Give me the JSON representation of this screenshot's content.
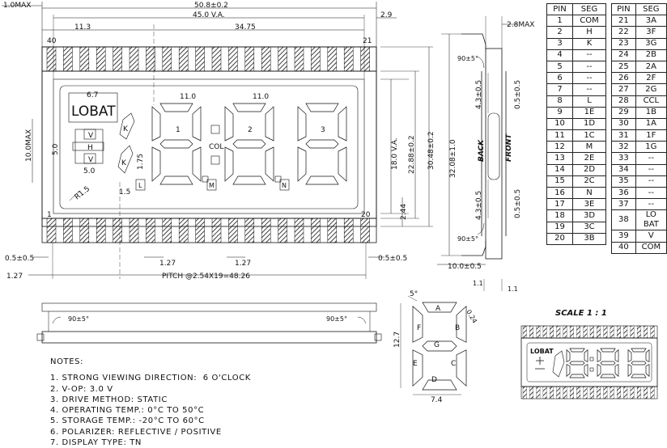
{
  "main_lcd": {
    "dims": {
      "overall_height": "1.0MAX",
      "overall_width": "50.8±0.2",
      "viewing_area_width": "45.0 V.A.",
      "right_margin": "2.9",
      "left_offset": "11.3",
      "digit_span": "34.75",
      "lobat_width": "6.7",
      "digit_width_1": "11.0",
      "digit_width_2": "11.0",
      "pin_to_body_height": "10.0MAX",
      "arrow_box": "5.0",
      "arrow_box_bottom": "5.0",
      "seg_1_75": "1.75",
      "seg_1_5": "1.5",
      "radius": "R1.5",
      "va_height": "18.0 V.A.",
      "glass_height": "22.88±0.2",
      "body_height": "30.48±0.2",
      "bottom_gap": "2.44",
      "left_pin_tol": "0.5±0.5",
      "right_pin_tol": "0.5±0.5",
      "pin_width_l": "1.27",
      "pin_width_r": "1.27",
      "first_pin_offset": "1.27",
      "pitch": "PITCH @2.54X19=48.26"
    },
    "pin_labels": {
      "tl": "40",
      "tr": "21",
      "bl": "1",
      "br": "20"
    },
    "segments": {
      "lobat": "LOBAT",
      "col": "COL",
      "digit_nums": [
        "1",
        "2",
        "3"
      ],
      "k_top": "K",
      "k_bottom": "K",
      "v_top": "V",
      "h": "H",
      "v_bottom": "V",
      "l": "L",
      "m": "M",
      "n": "N"
    }
  },
  "side_view": {
    "top_dim": "2.8MAX",
    "angle_top": "90±5°",
    "angle_bottom": "90±5°",
    "tol_back_top": "4.3±0.5",
    "tol_back_bottom": "4.3±0.5",
    "tol_front_top": "0.5±0.5",
    "tol_front_bottom": "0.5±0.5",
    "height_total": "32.08±1.0",
    "back_label": "BACK",
    "front_label": "FRONT",
    "foot_width": "10.0±0.5",
    "dim_1_1": "1.1",
    "dim_1_1b": "1.1"
  },
  "bottom_view": {
    "angle_left": "90±5°",
    "angle_right": "90±5°"
  },
  "segment_detail": {
    "angle": "5°",
    "height": "12.7",
    "width": "7.4",
    "thickness": "0.24",
    "labels": [
      "A",
      "B",
      "C",
      "D",
      "E",
      "F",
      "G"
    ]
  },
  "scale_view": {
    "title": "SCALE 1 : 1",
    "lobat": "LOBAT"
  },
  "notes": {
    "heading": "NOTES:",
    "items": [
      "1. STRONG VIEWING DIRECTION:  6 O'CLOCK",
      "2. V-OP: 3.0 V",
      "3. DRIVE METHOD: STATIC",
      "4. OPERATING TEMP.: 0°C TO 50°C",
      "5. STORAGE TEMP.: -20°C TO 60°C",
      "6. POLARIZER: REFLECTIVE / POSITIVE",
      "7. DISPLAY TYPE: TN"
    ]
  },
  "pin_table_left": {
    "headers": [
      "PIN",
      "SEG"
    ],
    "rows": [
      [
        "1",
        "COM"
      ],
      [
        "2",
        "H"
      ],
      [
        "3",
        "K"
      ],
      [
        "4",
        "--"
      ],
      [
        "5",
        "--"
      ],
      [
        "6",
        "--"
      ],
      [
        "7",
        "--"
      ],
      [
        "8",
        "L"
      ],
      [
        "9",
        "1E"
      ],
      [
        "10",
        "1D"
      ],
      [
        "11",
        "1C"
      ],
      [
        "12",
        "M"
      ],
      [
        "13",
        "2E"
      ],
      [
        "14",
        "2D"
      ],
      [
        "15",
        "2C"
      ],
      [
        "16",
        "N"
      ],
      [
        "17",
        "3E"
      ],
      [
        "18",
        "3D"
      ],
      [
        "19",
        "3C"
      ],
      [
        "20",
        "3B"
      ]
    ]
  },
  "pin_table_right": {
    "headers": [
      "PIN",
      "SEG"
    ],
    "rows": [
      [
        "21",
        "3A"
      ],
      [
        "22",
        "3F"
      ],
      [
        "23",
        "3G"
      ],
      [
        "24",
        "2B"
      ],
      [
        "25",
        "2A"
      ],
      [
        "26",
        "2F"
      ],
      [
        "27",
        "2G"
      ],
      [
        "28",
        "CCL"
      ],
      [
        "29",
        "1B"
      ],
      [
        "30",
        "1A"
      ],
      [
        "31",
        "1F"
      ],
      [
        "32",
        "1G"
      ],
      [
        "33",
        "--"
      ],
      [
        "34",
        "--"
      ],
      [
        "35",
        "--"
      ],
      [
        "36",
        "--"
      ],
      [
        "37",
        "--"
      ],
      [
        "38",
        "LO BAT"
      ],
      [
        "39",
        "V"
      ],
      [
        "40",
        "COM"
      ]
    ]
  }
}
